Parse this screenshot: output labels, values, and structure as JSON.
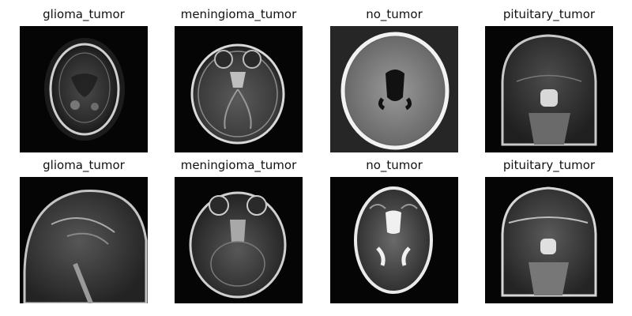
{
  "grid": {
    "rows": [
      [
        {
          "label": "glioma_tumor",
          "view": "axial"
        },
        {
          "label": "meningioma_tumor",
          "view": "axial-low"
        },
        {
          "label": "no_tumor",
          "view": "axial-noisy"
        },
        {
          "label": "pituitary_tumor",
          "view": "coronal"
        }
      ],
      [
        {
          "label": "glioma_tumor",
          "view": "sagittal"
        },
        {
          "label": "meningioma_tumor",
          "view": "axial-low"
        },
        {
          "label": "no_tumor",
          "view": "axial-t2"
        },
        {
          "label": "pituitary_tumor",
          "view": "coronal"
        }
      ]
    ]
  }
}
